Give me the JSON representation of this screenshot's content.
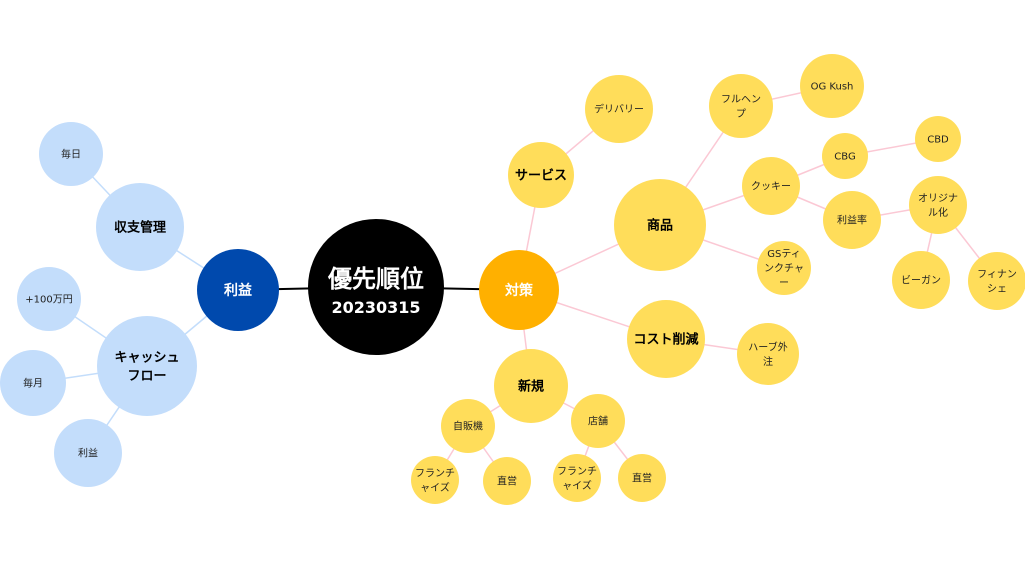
{
  "colors": {
    "root": "#000000",
    "profit": "#0049AD",
    "profit_light": "#C3DDFB",
    "measures": "#FFB000",
    "measures_light": "#FFDD5A",
    "edge_blue": "#C3DDFB",
    "edge_pink": "#FBC8D4",
    "edge_root": "#000000"
  },
  "root": {
    "title": "優先順位",
    "subtitle": "20230315"
  },
  "nodes": [
    {
      "id": "profit",
      "label": "利益",
      "parent": "root"
    },
    {
      "id": "shushi",
      "label": "収支管理",
      "parent": "profit"
    },
    {
      "id": "mainichi",
      "label": "毎日",
      "parent": "shushi"
    },
    {
      "id": "cashflow",
      "label": "キャッシュ\nフロー",
      "parent": "profit"
    },
    {
      "id": "man100",
      "label": "+100万円",
      "parent": "cashflow"
    },
    {
      "id": "maitsuki",
      "label": "毎月",
      "parent": "cashflow"
    },
    {
      "id": "rieki2",
      "label": "利益",
      "parent": "cashflow"
    },
    {
      "id": "measures",
      "label": "対策",
      "parent": "root"
    },
    {
      "id": "service",
      "label": "サービス",
      "parent": "measures"
    },
    {
      "id": "delivery",
      "label": "デリバリー",
      "parent": "service"
    },
    {
      "id": "shohin",
      "label": "商品",
      "parent": "measures"
    },
    {
      "id": "fullhemp",
      "label": "フルヘン\nプ",
      "parent": "shohin"
    },
    {
      "id": "ogkush",
      "label": "OG  Kush",
      "parent": "fullhemp"
    },
    {
      "id": "cookie",
      "label": "クッキー",
      "parent": "shohin"
    },
    {
      "id": "cbg",
      "label": "CBG",
      "parent": "cookie"
    },
    {
      "id": "cbd",
      "label": "CBD",
      "parent": "cbg"
    },
    {
      "id": "riekiritsu",
      "label": "利益率",
      "parent": "cookie"
    },
    {
      "id": "original",
      "label": "オリジナ\nル化",
      "parent": "riekiritsu"
    },
    {
      "id": "vegan",
      "label": "ビーガン",
      "parent": "original"
    },
    {
      "id": "financier",
      "label": "フィナン\nシェ",
      "parent": "original"
    },
    {
      "id": "gs",
      "label": "GSティ\nンクチャ\nー",
      "parent": "shohin"
    },
    {
      "id": "cost",
      "label": "コスト削減",
      "parent": "measures"
    },
    {
      "id": "herb",
      "label": "ハーブ外\n注",
      "parent": "cost"
    },
    {
      "id": "shinki",
      "label": "新規",
      "parent": "measures"
    },
    {
      "id": "jihanki",
      "label": "自販機",
      "parent": "shinki"
    },
    {
      "id": "fc1",
      "label": "フランチ\nャイズ",
      "parent": "jihanki"
    },
    {
      "id": "chokuei1",
      "label": "直営",
      "parent": "jihanki"
    },
    {
      "id": "tenpo",
      "label": "店舗",
      "parent": "shinki"
    },
    {
      "id": "fc2",
      "label": "フランチ\nャイズ",
      "parent": "tenpo"
    },
    {
      "id": "chokuei2",
      "label": "直営",
      "parent": "tenpo"
    }
  ]
}
